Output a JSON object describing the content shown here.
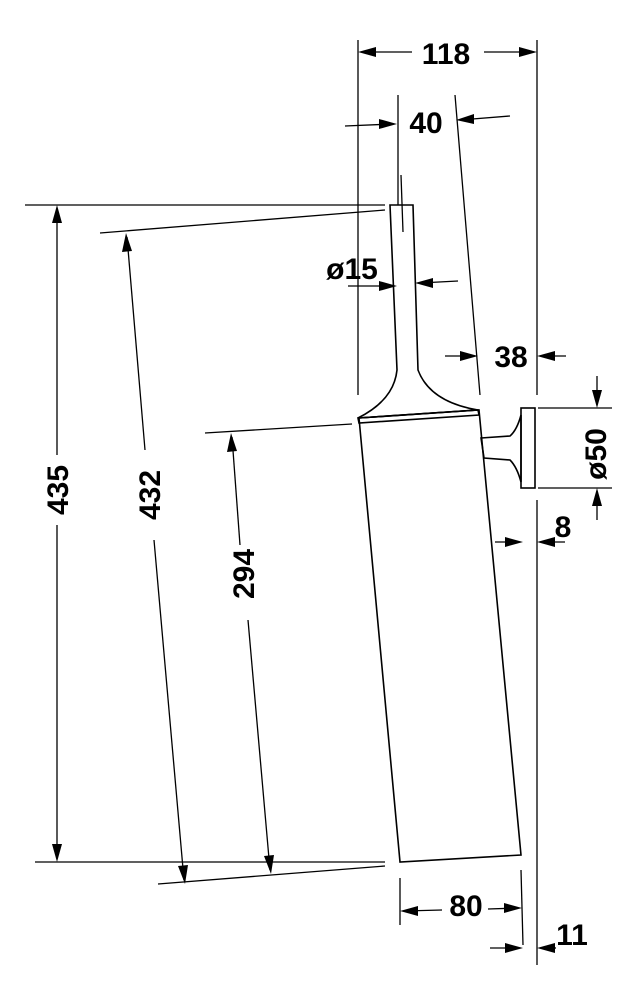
{
  "drawing": {
    "dimensions": {
      "width_top": "118",
      "handle_offset": "40",
      "handle_diameter": "ø15",
      "base_offset": "38",
      "mount_diameter": "ø50",
      "wall_gap": "8",
      "total_height": "435",
      "slanted_height": "432",
      "container_height": "294",
      "container_width": "80",
      "bottom_gap": "11"
    },
    "line_color": "#000000",
    "background": "#ffffff"
  }
}
